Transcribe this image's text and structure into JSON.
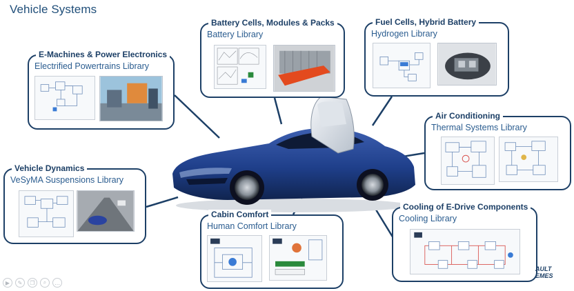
{
  "page": {
    "title": "Vehicle Systems"
  },
  "colors": {
    "box_border": "#1c3f66",
    "heading": "#1c3f66",
    "library": "#2a5c8f",
    "car_body": "#1f3f8a"
  },
  "boxes": {
    "emachines": {
      "heading": "E-Machines & Power Electronics",
      "library": "Electrified Powertrains Library"
    },
    "battery": {
      "heading": "Battery Cells, Modules & Packs",
      "library": "Battery Library"
    },
    "fuelcells": {
      "heading": "Fuel Cells, Hybrid Battery",
      "library": "Hydrogen Library"
    },
    "aircon": {
      "heading": "Air Conditioning",
      "library": "Thermal Systems Library"
    },
    "dynamics": {
      "heading": "Vehicle Dynamics",
      "library": "VeSyMA Suspensions Library"
    },
    "cabin": {
      "heading": "Cabin Comfort",
      "library": "Human Comfort Library"
    },
    "cooling": {
      "heading": "Cooling of E-Drive Components",
      "library": "Cooling Library"
    }
  },
  "logo": {
    "line1": "AULT",
    "line2": "EMES"
  },
  "controls": [
    {
      "icon": "play-icon",
      "glyph": "▶"
    },
    {
      "icon": "pen-icon",
      "glyph": "✎"
    },
    {
      "icon": "copy-icon",
      "glyph": "❐"
    },
    {
      "icon": "zoom-icon",
      "glyph": "⌕"
    },
    {
      "icon": "more-icon",
      "glyph": "…"
    }
  ]
}
